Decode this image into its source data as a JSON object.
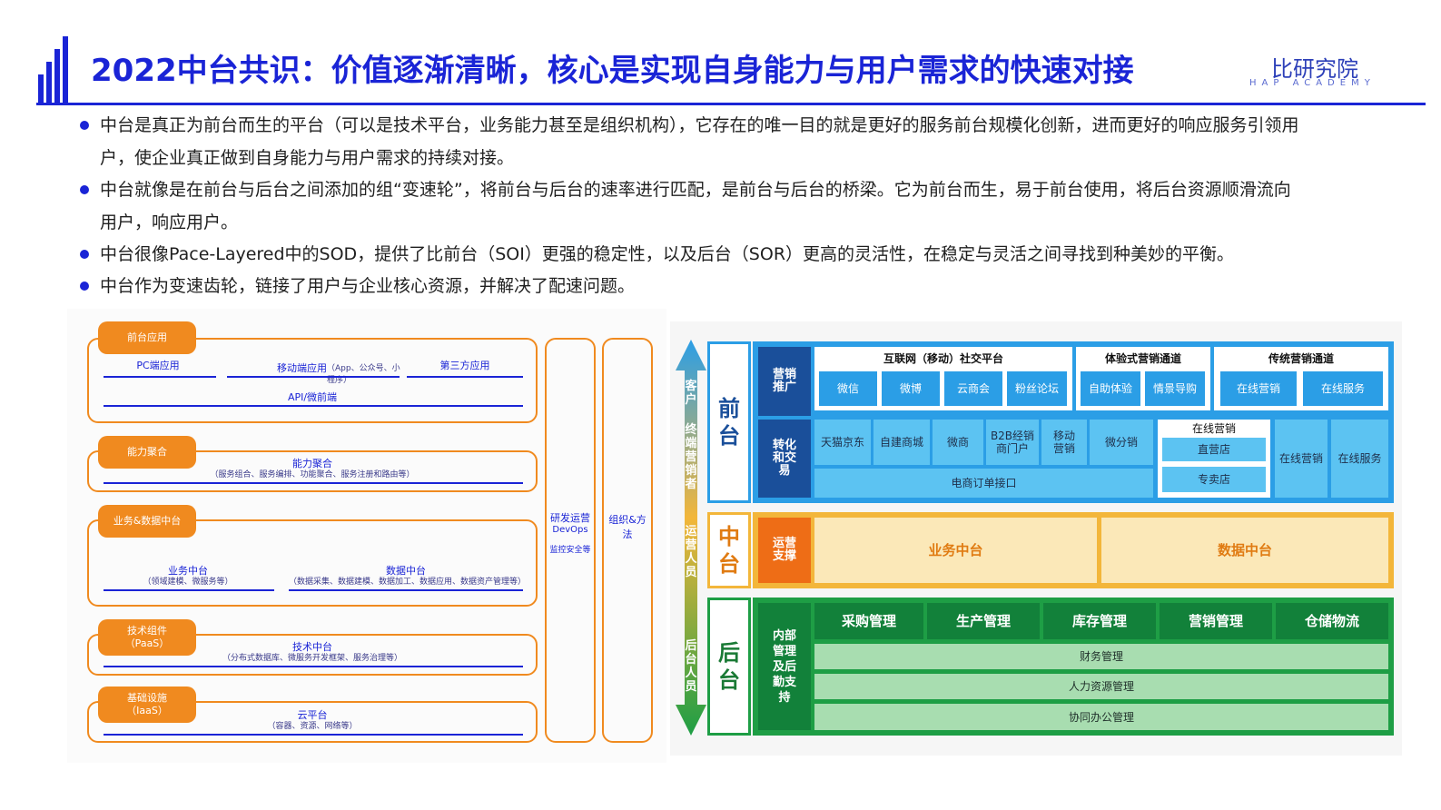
{
  "header": {
    "title": "2022中台共识：价值逐渐清晰，核心是实现自身能力与用户需求的快速对接",
    "brand_cn": "比研究院",
    "brand_en": "HAP ACADEMY"
  },
  "bullets": [
    {
      "line1": "中台是真正为前台而生的平台（可以是技术平台，业务能力甚至是组织机构），它存在的唯一目的就是更好的服务前台规模化创新，进而更好的响应服务引领用",
      "line2": "户，使企业真正做到自身能力与用户需求的持续对接。"
    },
    {
      "line1": "中台就像是在前台与后台之间添加的组“变速轮”，将前台与后台的速率进行匹配，是前台与后台的桥梁。它为前台而生，易于前台使用，将后台资源顺滑流向",
      "line2": "用户，响应用户。"
    },
    {
      "line1": "中台很像Pace-Layered中的SOD，提供了比前台（SOI）更强的稳定性，以及后台（SOR）更高的灵活性，在稳定与灵活之间寻找到种美妙的平衡。",
      "line2": ""
    },
    {
      "line1": "中台作为变速齿轮，链接了用户与企业核心资源，并解决了配速问题。",
      "line2": ""
    }
  ],
  "left_diagram": {
    "front": {
      "tag": "前台应用",
      "pc": "PC端应用",
      "mobile": "移动端应用",
      "mobile_sub": "（App、公众号、小程序）",
      "third": "第三方应用",
      "api": "API/微前端"
    },
    "capability": {
      "tag": "能力聚合",
      "title": "能力聚合",
      "sub": "（服务组合、服务编排、功能聚合、服务注册和路由等）"
    },
    "bizdata": {
      "tag": "业务&数据中台",
      "biz": "业务中台",
      "biz_sub": "（领域建模、微服务等）",
      "data": "数据中台",
      "data_sub": "（数据采集、数据建模、数据加工、数据应用、数据资产管理等）"
    },
    "tech": {
      "tag1": "技术组件",
      "tag2": "（PaaS）",
      "title": "技术中台",
      "sub": "（分布式数据库、微服务开发框架、服务治理等）"
    },
    "infra": {
      "tag1": "基础设施",
      "tag2": "（IaaS）",
      "title": "云平台",
      "sub": "（容器、资源、网络等）"
    },
    "devops": {
      "l1": "研发运营",
      "l2": "DevOps",
      "l3": "监控安全等"
    },
    "org": "组织&方法"
  },
  "right_diagram": {
    "arrow_top": [
      "客户",
      "终端营销者"
    ],
    "arrow_mid": "运营人员",
    "arrow_bot": "后台人员",
    "front_label": [
      "前",
      "台"
    ],
    "mid_label": [
      "中",
      "台"
    ],
    "back_label": [
      "后",
      "台"
    ],
    "marketing": "营销推广",
    "social_title": "互联网（移动）社交平台",
    "social_items": [
      "微信",
      "微博",
      "云商会",
      "粉丝论坛"
    ],
    "exp_title": "体验式营销通道",
    "exp_items": [
      "自助体验",
      "情景导购"
    ],
    "trad_title": "传统营销通道",
    "trad_items": [
      "在线营销",
      "在线服务"
    ],
    "convert": "转化和交易",
    "convert_items": [
      "天猫京东",
      "自建商城",
      "微商",
      "B2B经销商门户",
      "移动营销",
      "微分销"
    ],
    "order_api": "电商订单接口",
    "online_title": "在线营销",
    "online_items": [
      "直营店",
      "专卖店"
    ],
    "convert_right": [
      "在线营销",
      "在线服务"
    ],
    "ops": "运营支撑",
    "biz_mid": "业务中台",
    "data_mid": "数据中台",
    "internal": "内部管理及后勤支持",
    "back_items": [
      "采购管理",
      "生产管理",
      "库存管理",
      "营销管理",
      "仓储物流"
    ],
    "back_rows": [
      "财务管理",
      "人力资源管理",
      "协同办公管理"
    ]
  },
  "colors": {
    "brand_blue": "#1a24d6",
    "orange": "#f08a1f",
    "sky": "#2b9ee6",
    "navy": "#1a4f9a",
    "green": "#1e9e45",
    "yellow": "#f3b63a"
  }
}
